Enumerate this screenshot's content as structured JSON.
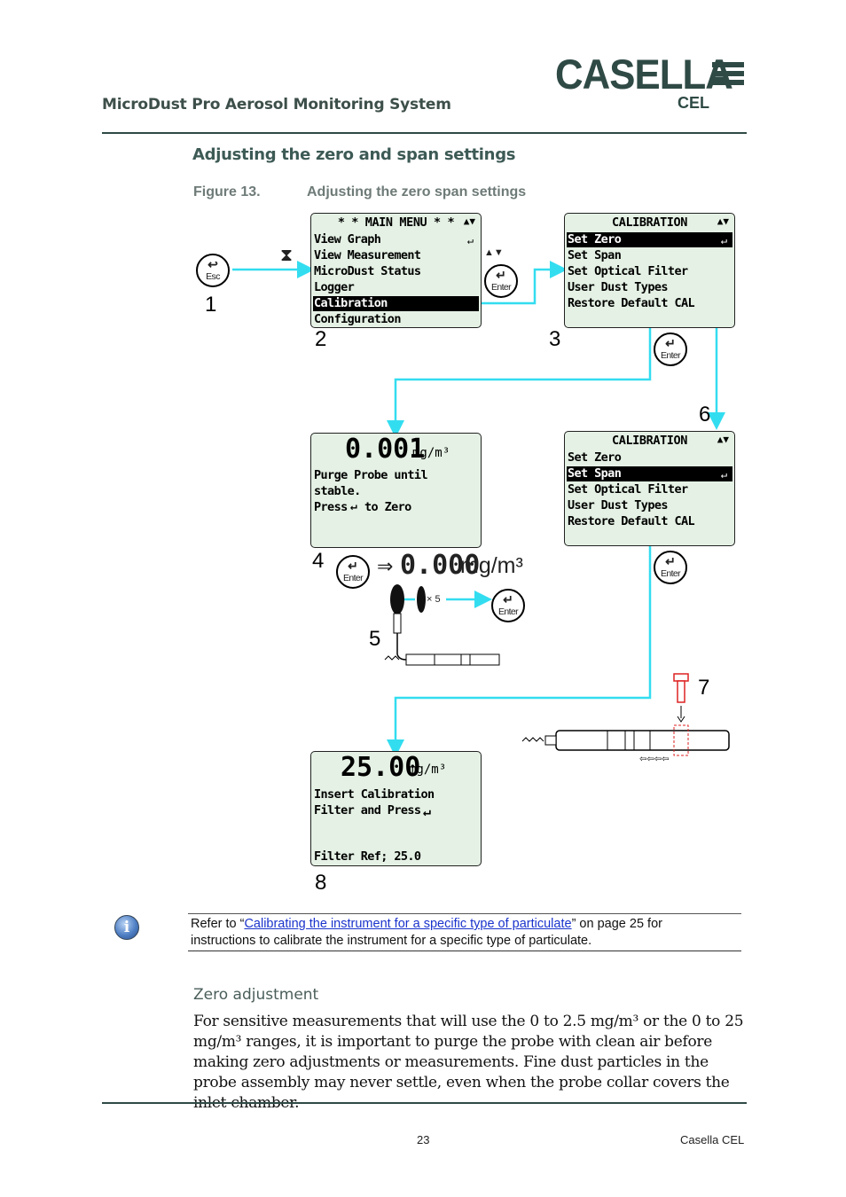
{
  "header": {
    "doc_title": "MicroDust Pro Aerosol Monitoring System",
    "logo_word": "CASELLA",
    "logo_sub": "CEL"
  },
  "section_heading": "Adjusting the zero and span settings",
  "figure": {
    "number": "Figure 13.",
    "title": "Adjusting the zero span settings"
  },
  "diagram": {
    "steps": [
      "1",
      "2",
      "3",
      "4",
      "5",
      "6",
      "7",
      "8"
    ],
    "buttons": {
      "esc": "Esc",
      "enter": "Enter"
    },
    "main_menu": {
      "header": "* * MAIN MENU * *",
      "items": [
        "View Graph",
        "View Measurement",
        "MicroDust Status",
        "Logger",
        "Calibration",
        "Configuration"
      ]
    },
    "calibration_menu": {
      "header": "CALIBRATION",
      "items": [
        "Set Zero",
        "Set Span",
        "Set Optical Filter",
        "User Dust Types",
        "Restore Default CAL"
      ]
    },
    "zero_screen": {
      "value": "0.001",
      "unit": "mg/m³",
      "lines": [
        "Purge Probe until",
        "stable.",
        "Press",
        "to Zero"
      ]
    },
    "zero_result": {
      "value": "0.000",
      "unit": "mg/m³"
    },
    "pump_count": "× 5",
    "span_screen": {
      "value": "25.00",
      "unit": "mg/m³",
      "lines": [
        "Insert Calibration",
        "Filter and Press"
      ],
      "filter_ref": "Filter Ref; 25.0"
    }
  },
  "note": {
    "prefix": "Refer to “",
    "link_text": "Calibrating the instrument for a specific type of particulate",
    "suffix": "” on page 25 for instructions to calibrate the instrument for a specific type of particulate."
  },
  "zero_adjustment": {
    "heading": "Zero adjustment",
    "paragraph": "For sensitive measurements that will use the 0 to 2.5 mg/m³ or the 0 to 25 mg/m³ ranges, it is important to purge the probe with clean air before making zero adjustments or measurements. Fine dust particles in the probe assembly may never settle, even when the probe collar covers the inlet chamber."
  },
  "footer": {
    "page_number": "23",
    "company": "Casella CEL"
  },
  "colors": {
    "flow_arrow": "#33ddf0",
    "lcd_background": "#e4f1e4",
    "brand": "#2f4a45"
  }
}
